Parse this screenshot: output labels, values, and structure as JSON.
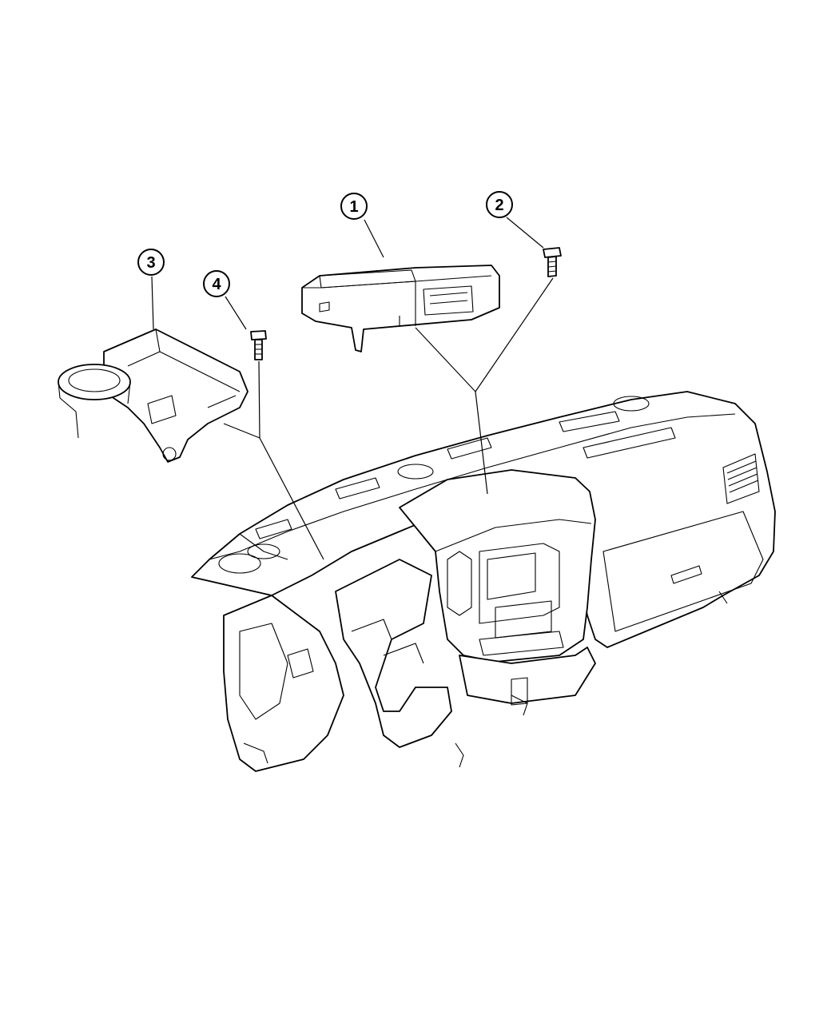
{
  "callouts": [
    {
      "id": "callout-1",
      "label": "1"
    },
    {
      "id": "callout-2",
      "label": "2"
    },
    {
      "id": "callout-3",
      "label": "3"
    },
    {
      "id": "callout-4",
      "label": "4"
    }
  ],
  "colors": {
    "line": "#000000",
    "background": "#ffffff"
  }
}
